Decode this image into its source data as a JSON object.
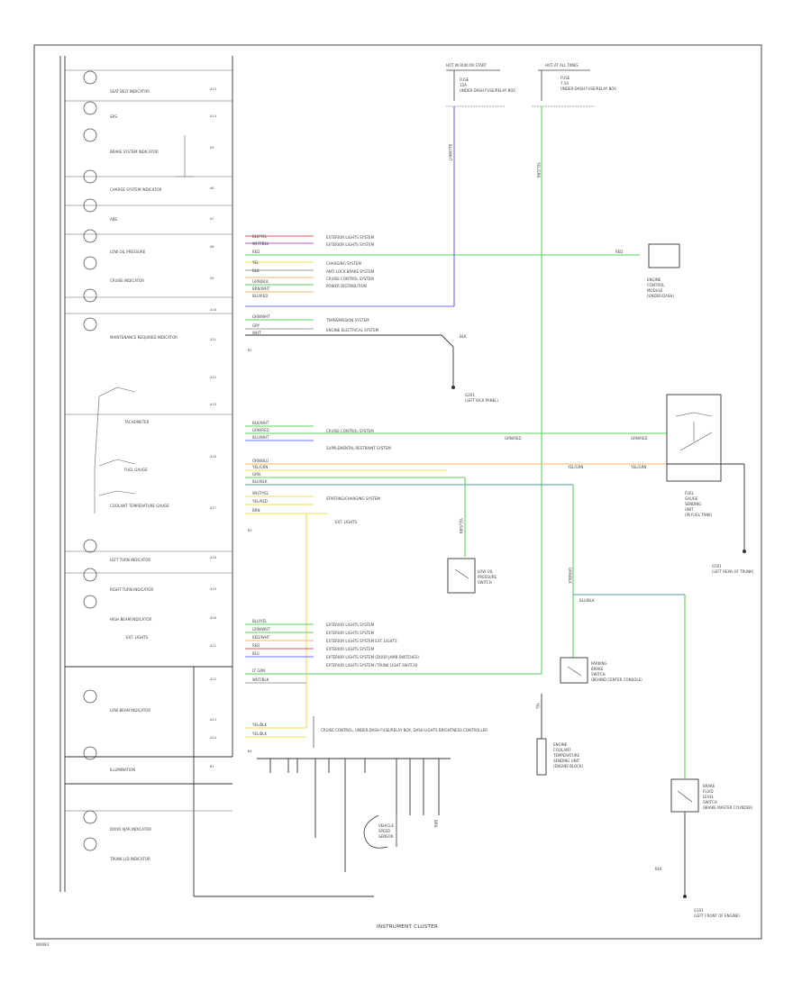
{
  "diagram": {
    "caption": "INSTRUMENT CLUSTER",
    "page_mark": "W0083",
    "colors": {
      "green": "#5bd35b",
      "blue": "#6c6cf0",
      "yellow": "#f0e04a",
      "orange": "#f2b56a",
      "red": "#e05a5a",
      "purple": "#b45ad8",
      "teal": "#4a9ab0",
      "gray": "#9aa0a6",
      "frame": "#333333"
    },
    "top_sources": {
      "left": "HOT IN RUN OR START",
      "right": "HOT AT ALL TIMES",
      "left_fuse": [
        "FUSE",
        "15A",
        "UNDER-DASH FUSE/RELAY BOX"
      ],
      "right_fuse": [
        "FUSE",
        "7.5A",
        "UNDER-DASH FUSE/RELAY BOX"
      ]
    },
    "indicators": [
      "SEAT BELT INDICATOR",
      "SRS",
      "BRAKE SYSTEM INDICATOR",
      "CHARGE SYSTEM INDICATOR",
      "ABS",
      "LOW OIL PRESSURE",
      "CRUISE INDICATOR",
      "MAINTENANCE REQUIRED INDICATOR",
      "TACHOMETER",
      "FUEL GAUGE",
      "COOLANT TEMPERATURE GAUGE",
      "LEFT TURN INDICATOR",
      "RIGHT TURN INDICATOR",
      "HIGH BEAM INDICATOR",
      "EXT. LIGHTS",
      "LOW BEAM INDICATOR",
      "ILLUMINATION",
      "DOOR AJAR INDICATOR",
      "TRUNK LID INDICATOR"
    ],
    "groups": {
      "g1": {
        "wires": [
          "BLK/YEL",
          "WHT/BLU",
          "RED",
          "YEL",
          "BLK",
          "GRN/BLK",
          "BRN/WHT",
          "BLU/RED",
          "GRN/WHT",
          "GRY",
          "WHT"
        ],
        "dests": [
          "EXTERIOR LIGHTS SYSTEM",
          "EXTERIOR LIGHTS SYSTEM",
          "",
          "CHARGING SYSTEM",
          "ANTI-LOCK BRAKE SYSTEM",
          "CRUISE CONTROL SYSTEM",
          "POWER DISTRIBUTION",
          "",
          "TRANSMISSION SYSTEM",
          "ENGINE ELECTRICAL SYSTEM",
          ""
        ]
      },
      "g2": {
        "wires": [
          "BLK/WHT",
          "GRN/RED",
          "BLU/WHT",
          "ORN/BLU",
          "YEL/GRN",
          "GRN",
          "BLU/BLK",
          "WHT/YEL",
          "YEL/RED",
          "BRN"
        ],
        "dests": [
          "CRUISE CONTROL SYSTEM",
          "",
          "SUPPLEMENTAL RESTRAINT SYSTEM",
          "",
          "",
          "",
          "",
          "STARTING/CHARGING SYSTEM",
          "",
          "EXT. LIGHTS"
        ]
      },
      "g3": {
        "wires": [
          "BLU/YEL",
          "GRN/WHT",
          "RED/WHT",
          "RED",
          "BLU",
          "LT GRN",
          "WHT/BLK"
        ],
        "dests": [
          "EXTERIOR LIGHTS SYSTEM",
          "EXTERIOR LIGHTS SYSTEM",
          "EXTERIOR LIGHTS SYSTEM  EXT. LIGHTS",
          "EXTERIOR LIGHTS SYSTEM",
          "EXTERIOR LIGHTS SYSTEM  (DOOR JAMB SWITCHES)",
          "EXTERIOR LIGHTS SYSTEM  (TRUNK LIGHT SWITCH)",
          ""
        ]
      },
      "g4": {
        "wires": [
          "YEL/BLK",
          "YEL/BLK"
        ],
        "dests": [
          "CRUISE CONTROL, UNDER-DASH FUSE/RELAY BOX, DASH LIGHTS BRIGHTNESS CONTROLLER"
        ]
      }
    },
    "pins": [
      "A13",
      "A14",
      "A5",
      "A6",
      "A7",
      "A8",
      "A9",
      "A10",
      "A11",
      "A12",
      "A15",
      "A16",
      "A17",
      "A18",
      "A19",
      "A20",
      "A21",
      "A22",
      "A23",
      "A24",
      "B1",
      "B2",
      "B3",
      "B4"
    ],
    "components": {
      "engine_cm": [
        "ENGINE",
        "CONTROL",
        "MODULE",
        "(UNDER-DASH)"
      ],
      "ground1": [
        "G201",
        "(LEFT KICK PANEL)"
      ],
      "oil_sw": [
        "LOW OIL",
        "PRESSURE",
        "SWITCH"
      ],
      "fuel_unit": [
        "FUEL",
        "GAUGE",
        "SENDING",
        "UNIT",
        "(IN FUEL TANK)"
      ],
      "ground2": [
        "G501",
        "(LEFT REAR OF TRUNK)"
      ],
      "park_sw": [
        "PARKING",
        "BRAKE",
        "SWITCH",
        "(BEHIND CENTER CONSOLE)"
      ],
      "coolant": [
        "ENGINE",
        "COOLANT",
        "TEMPERATURE",
        "SENDING UNIT",
        "(ENGINE BLOCK)"
      ],
      "vss": [
        "VEHICLE",
        "SPEED",
        "SENSOR"
      ],
      "brake_fluid": [
        "BRAKE",
        "FLUID",
        "LEVEL",
        "SWITCH",
        "(BRAKE MASTER CYLINDER)"
      ],
      "ground3": [
        "G101",
        "(LEFT FRONT OF ENGINE)"
      ]
    },
    "wire_tags": {
      "blu": "BLU/WHT",
      "grn": "YEL/GRN",
      "eng": "RED",
      "blk": "BLK",
      "grn_red_a": "GRN/RED",
      "grn_red_b": "GRN/RED",
      "yel_grn_a": "YEL/GRN",
      "yel_grn_b": "YEL/GRN",
      "grn_blk": "GRN/BLK",
      "blu_blk": "BLU/BLK",
      "yel": "YEL",
      "brn": "BRN",
      "blk2": "BLK"
    }
  }
}
